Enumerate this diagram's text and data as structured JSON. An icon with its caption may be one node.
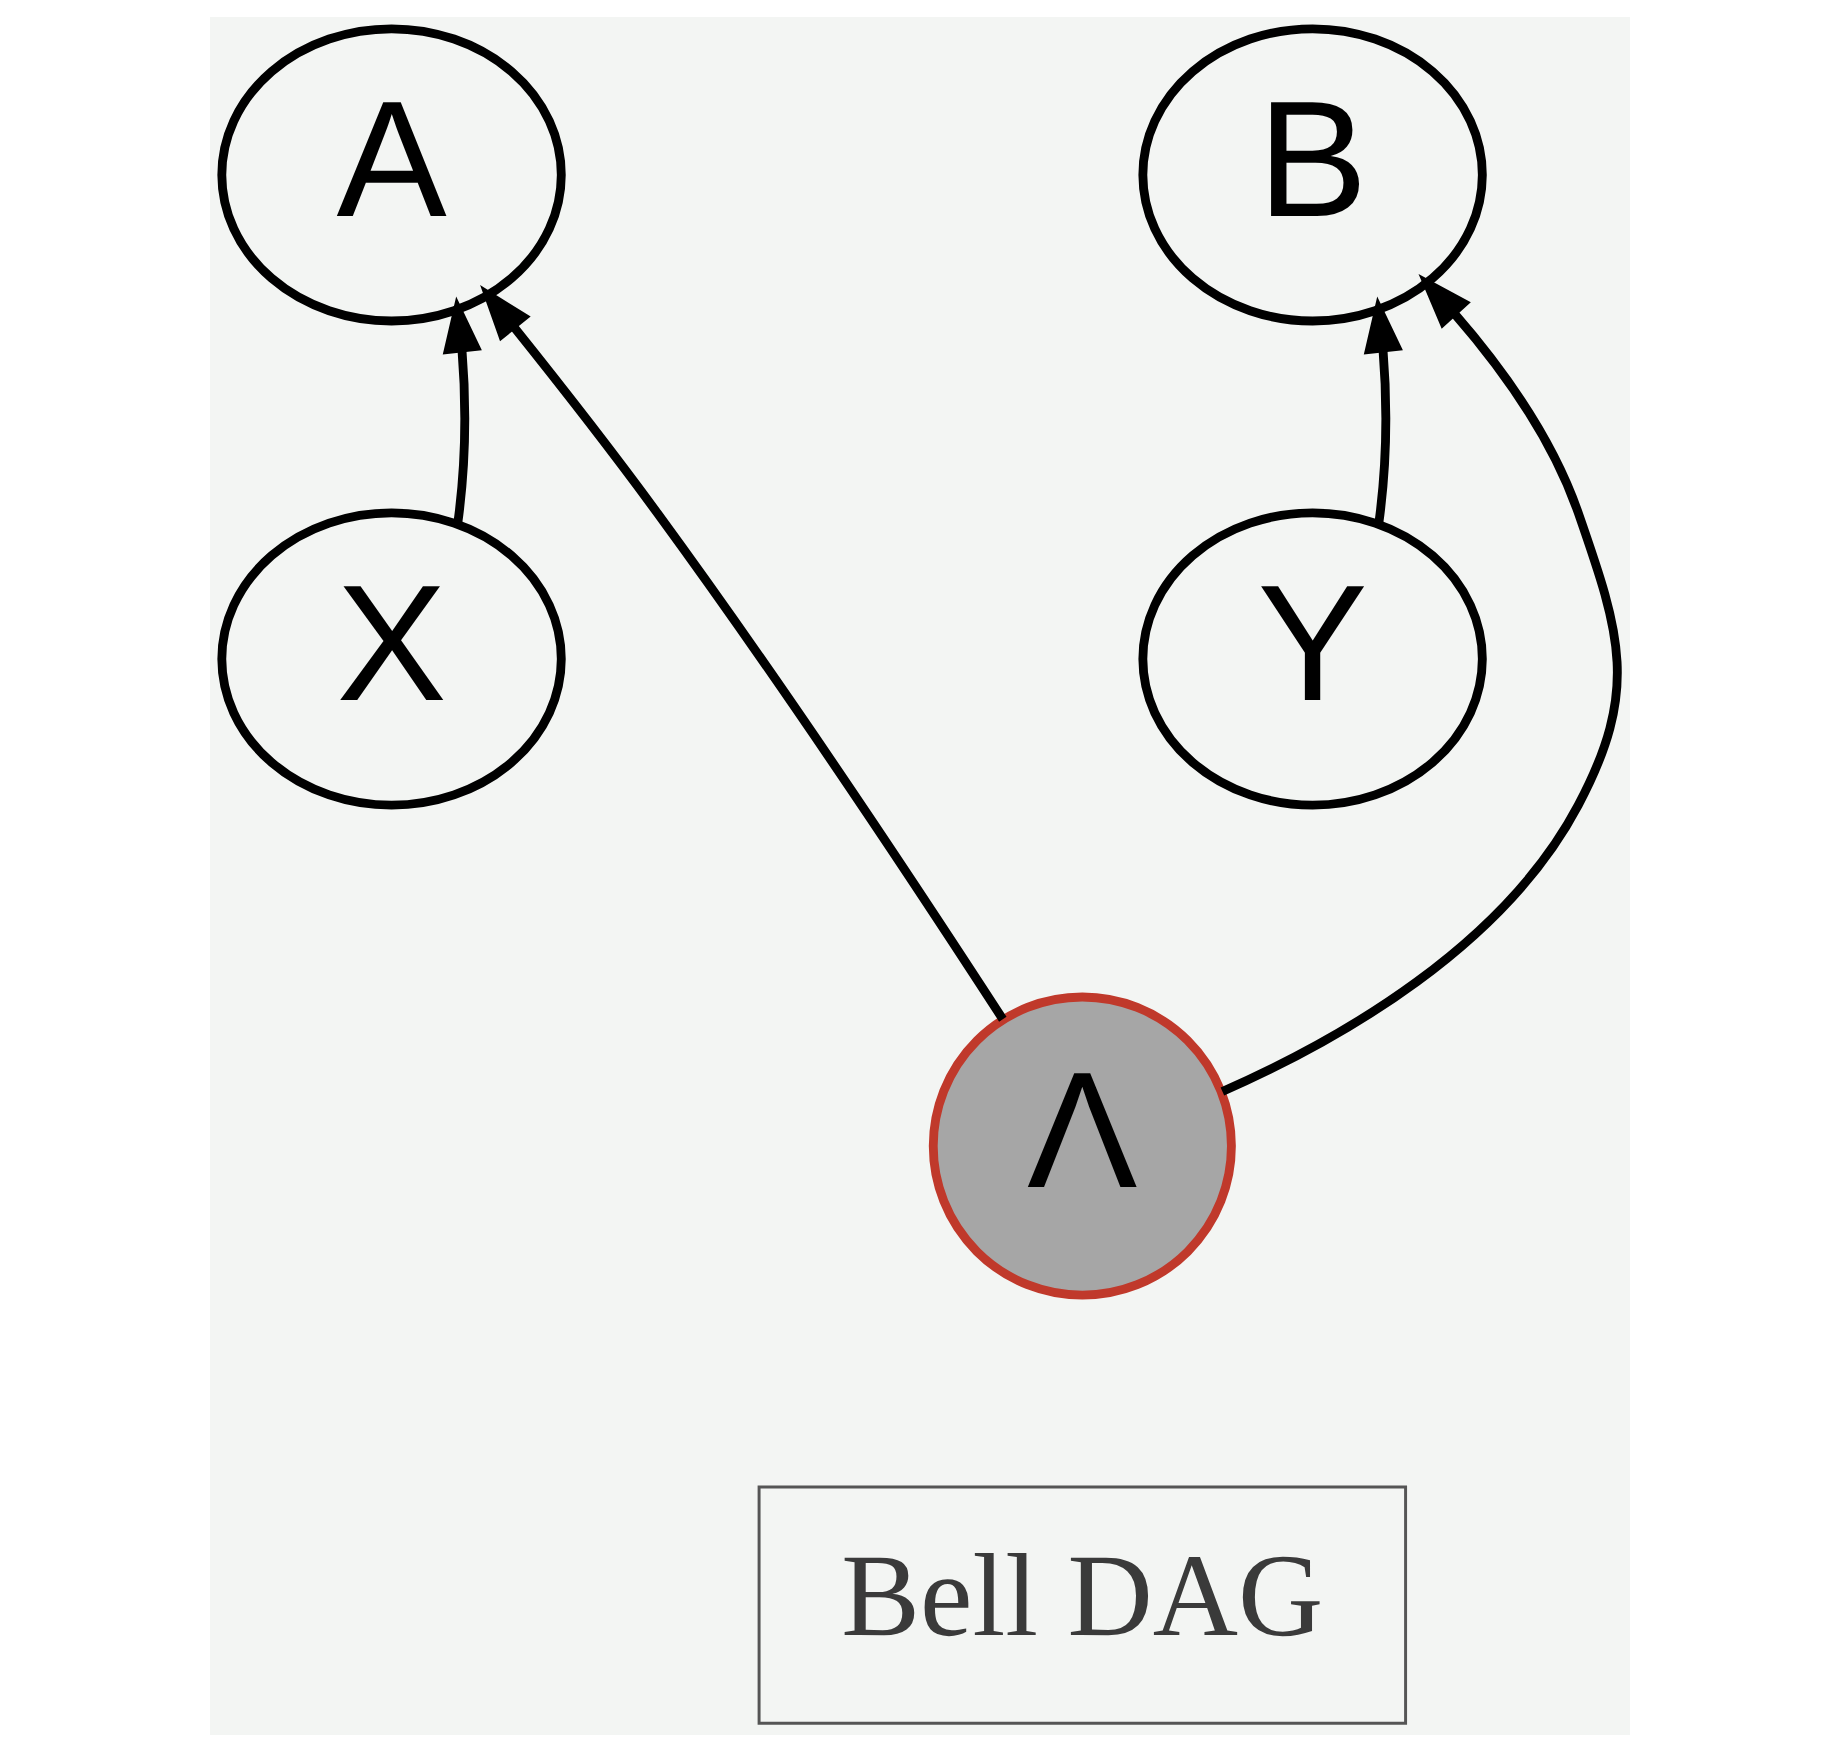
{
  "diagram": {
    "nodes": [
      {
        "text": [
          "A"
        ]
      },
      {
        "text": [
          "B"
        ]
      },
      {
        "text": [
          "X"
        ]
      },
      {
        "text": [
          "Y"
        ]
      },
      {
        "text": [
          "Λ"
        ]
      },
      {
        "text": [
          "Bell DAG"
        ]
      }
    ],
    "edges": [
      {
        "from": 2,
        "to": 0,
        "arrow": "to"
      },
      {
        "from": 4,
        "to": 0,
        "arrow": "to"
      },
      {
        "from": 4,
        "to": 1,
        "arrow": "to"
      },
      {
        "from": 3,
        "to": 1,
        "arrow": "to"
      }
    ]
  }
}
